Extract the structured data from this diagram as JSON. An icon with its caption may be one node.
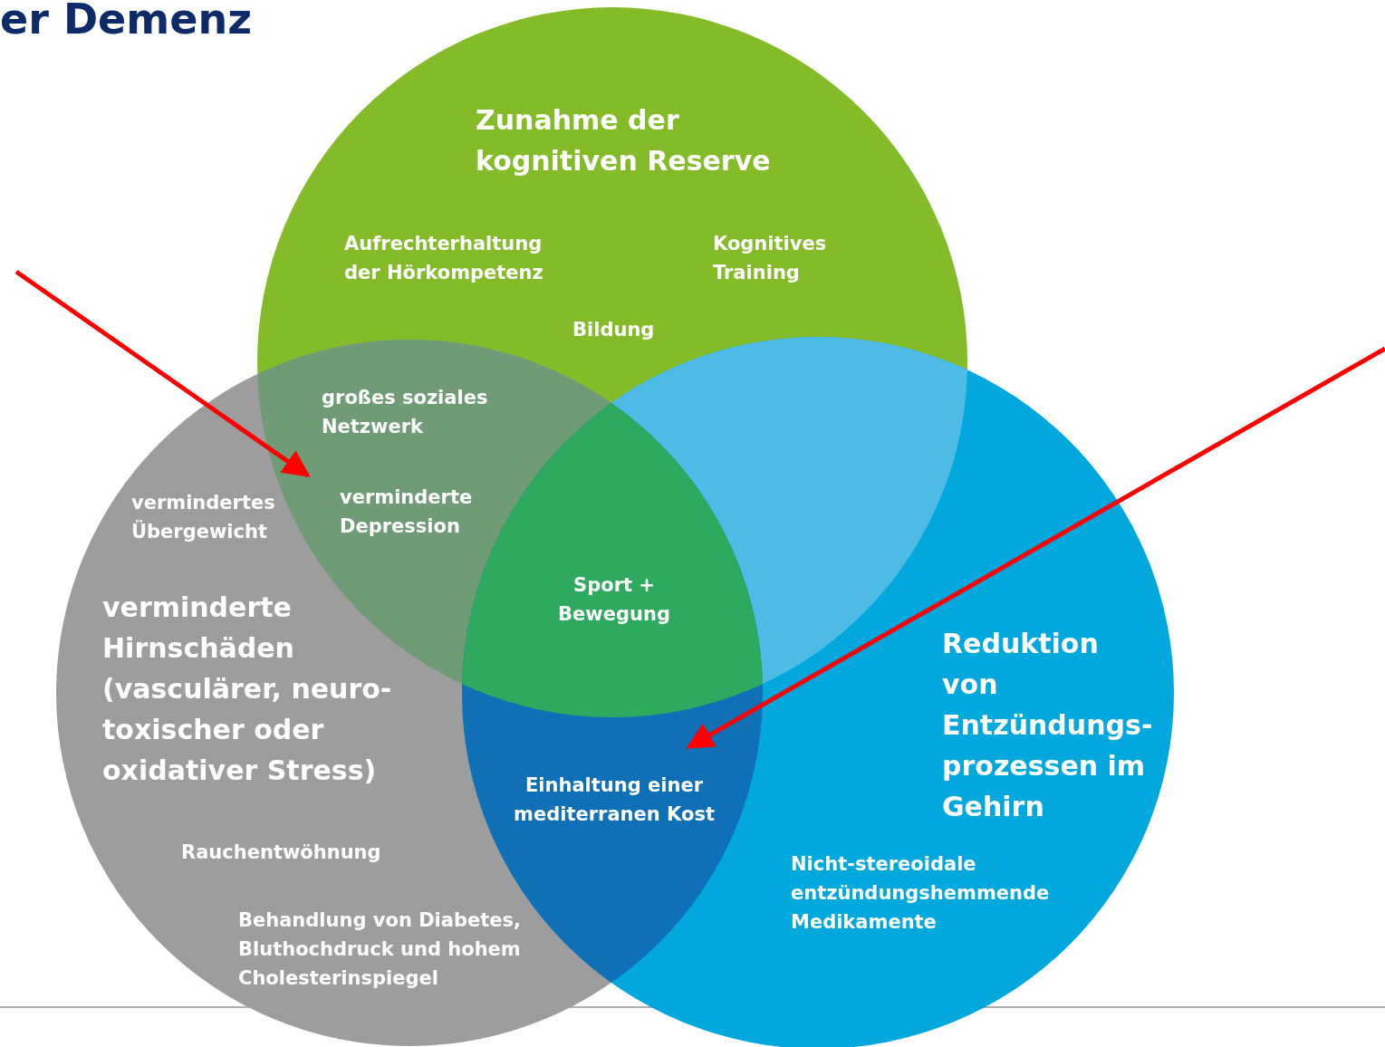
{
  "diagram": {
    "title": "er Demenz",
    "nodes": [
      {
        "text": [
          "Zunahme der kognitiven Reserve",
          "Aufrechterhaltung der Hörkompetenz",
          "Kognitives Training",
          "Bildung"
        ]
      },
      {
        "text": [
          "vermindertes Übergewicht",
          "verminderte Hirnschäden (vasculärer, neuro-toxischer oder oxidativer Stress)",
          "Rauchentwöhnung",
          "Behandlung von Diabetes, Bluthochdruck und hohem Cholesterinspiegel"
        ]
      },
      {
        "text": [
          "großes soziales Netzwerk",
          "verminderte Depression"
        ]
      },
      {
        "text": [
          "Sport + Bewegung"
        ]
      },
      {
        "text": [
          "Reduktion von Entzündungs-prozessen im Gehirn",
          "Nicht-stereoidale entzündungshemmende Medikamente"
        ]
      },
      {
        "text": [
          "Einhaltung einer mediterranen Kost"
        ]
      },
      {
        "text": [],
        "shape": "lens"
      }
    ],
    "edges": [
      {
        "from": null,
        "to": 2,
        "arrow": "to"
      },
      {
        "from": null,
        "to": 5,
        "arrow": "to"
      }
    ]
  }
}
